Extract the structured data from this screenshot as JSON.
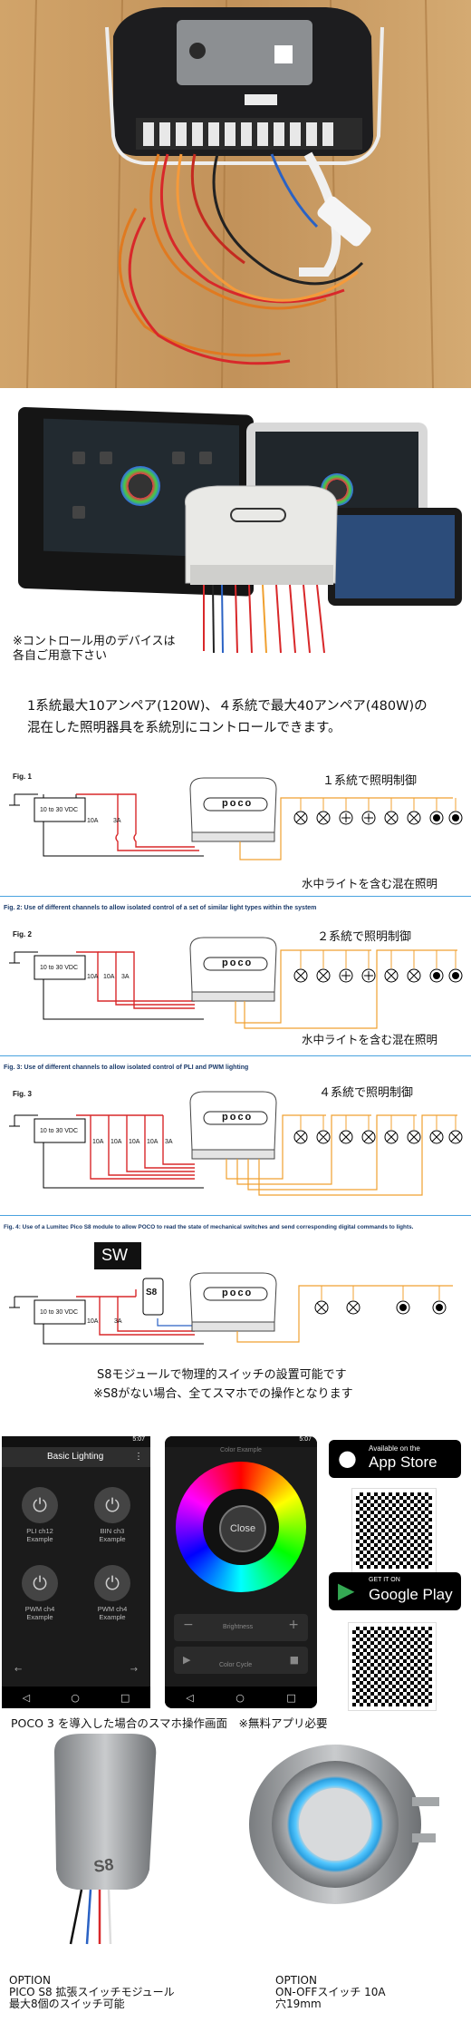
{
  "notice_devices": "※コントロール用のデバイスは\n各自ご用意下さい",
  "intro_line1": "1系統最大10アンペア(120W)、４系統で最大40アンペア(480W)の",
  "intro_line2": "混在した照明器具を系統別にコントロールできます。",
  "fig1": {
    "label": "Fig. 1",
    "title": "１系統で照明制御",
    "note": "水中ライトを含む混在照明",
    "battery": "10 to 30 VDC",
    "fuse1": "10A",
    "fuse2": "3A",
    "logo": "poco"
  },
  "fig2": {
    "caption": "Fig. 2: Use of different channels to allow isolated control of a set of similar light types within the system",
    "label": "Fig. 2",
    "title": "２系統で照明制御",
    "note": "水中ライトを含む混在照明",
    "battery": "10 to 30 VDC",
    "fuse1": "10A",
    "fuse2": "10A",
    "fuse3": "3A",
    "logo": "poco"
  },
  "fig3": {
    "caption": "Fig. 3: Use of different channels to allow isolated control of PLI and PWM lighting",
    "label": "Fig. 3",
    "title": "４系統で照明制御",
    "battery": "10 to 30 VDC",
    "fuses": [
      "10A",
      "10A",
      "10A",
      "10A",
      "3A"
    ],
    "logo": "poco"
  },
  "fig4": {
    "caption": "Fig. 4: Use of a Lumitec Pico S8 module to allow POCO to read the state of mechanical switches and send corresponding digital commands to lights.",
    "sw": "SW",
    "s8": "S8",
    "battery": "10 to 30 VDC",
    "fuse1": "10A",
    "fuse2": "3A",
    "logo": "poco"
  },
  "s8_line1": "S8モジュールで物理的スイッチの設置可能です",
  "s8_line2": "※S8がない場合、全てスマホでの操作となります",
  "app": {
    "status_time": "5:07",
    "title": "Basic Lighting",
    "buttons": [
      "PLI ch12 Example",
      "BIN ch3 Example",
      "PWM ch4 Example",
      "PWM ch4 Example"
    ],
    "wheel_title": "Color Example",
    "close": "Close",
    "brightness": "Brightness",
    "color_cycle": "Color Cycle"
  },
  "stores": {
    "apple_small": "Available on the",
    "apple_big": "App Store",
    "google_small": "GET IT ON",
    "google_big": "Google Play"
  },
  "app_caption": "POCO 3 を導入した場合のスマホ操作画面　※無料アプリ必要",
  "option1": {
    "line1": "OPTION",
    "line2": "PICO S8 拡張スイッチモジュール",
    "line3": "最大8個のスイッチ可能",
    "module_text": "S8"
  },
  "option2": {
    "line1": "OPTION",
    "line2": "ON-OFFスイッチ 10A",
    "line3": "穴19mm"
  },
  "colors": {
    "wire_red": "#d8282a",
    "wire_orange": "#f0a030",
    "accent_blue": "#4aa3df",
    "wood": "#c99b62"
  }
}
